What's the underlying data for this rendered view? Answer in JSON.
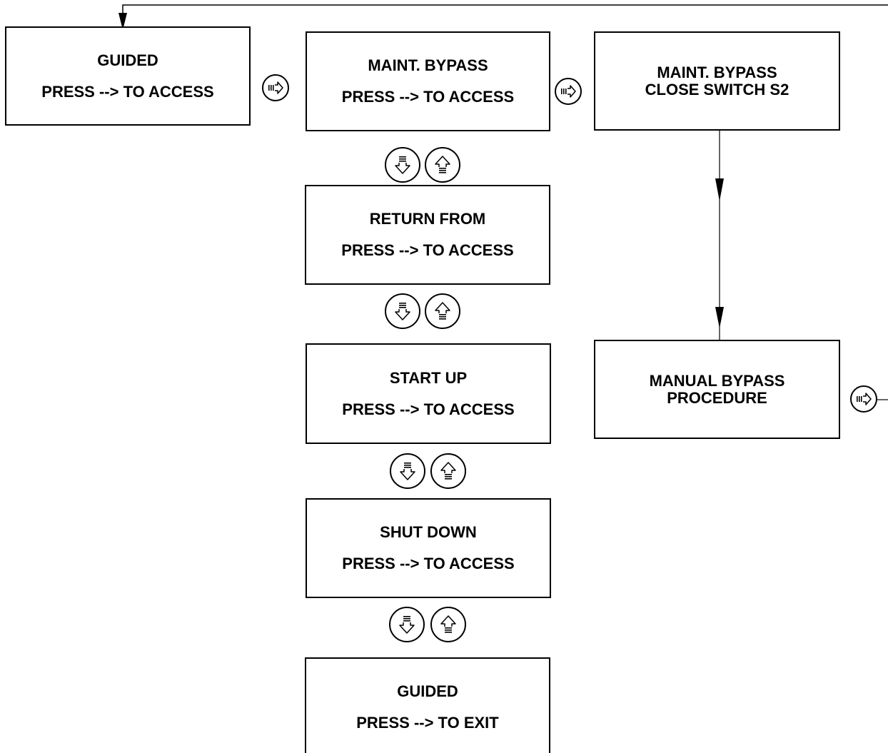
{
  "boxes": {
    "guided_top": {
      "line1": "GUIDED",
      "line2": "PRESS --> TO ACCESS"
    },
    "maint_bypass": {
      "line1": "MAINT. BYPASS",
      "line2": "PRESS --> TO ACCESS"
    },
    "maint_bypass_close": {
      "line1": "MAINT. BYPASS",
      "line2": "CLOSE SWITCH S2"
    },
    "return_from": {
      "line1": "RETURN FROM",
      "line2": "PRESS --> TO ACCESS"
    },
    "start_up": {
      "line1": "START UP",
      "line2": "PRESS --> TO ACCESS"
    },
    "manual_bypass": {
      "line1": "MANUAL BYPASS",
      "line2": "PROCEDURE"
    },
    "shut_down": {
      "line1": "SHUT DOWN",
      "line2": "PRESS --> TO ACCESS"
    },
    "guided_exit": {
      "line1": "GUIDED",
      "line2": "PRESS --> TO EXIT"
    }
  },
  "keys": {
    "enter": "enter-key-icon",
    "down": "down-arrow-key-icon",
    "up": "up-arrow-key-icon"
  },
  "colors": {
    "line": "#000000",
    "background": "#ffffff"
  }
}
